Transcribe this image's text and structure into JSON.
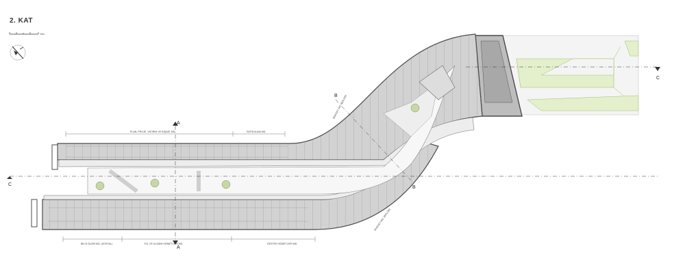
{
  "floor_title": "2. KAT",
  "scale_bar": {
    "label": "10m"
  },
  "section_markers": {
    "a": "A",
    "b": "B",
    "c": "C"
  },
  "department_labels": {
    "top_left": "PLAN, PROJE, YATIRIM VE İNŞAAT MD.",
    "top_mid": "SATIN ALMA MD.",
    "upper_curve": "BUDGET MD. (BÖLÜM)",
    "bottom_left": "BİLGİ İŞLEM MD. (SOSYAL)",
    "bottom_mid": "YOL VE ULAŞIM HİZMETLERİ MD.",
    "bottom_right": "DESTEK HİZMETLERİ MD.",
    "lower_curve": "BUDGET MD. (BÖLÜM)"
  },
  "colors": {
    "wing_fill": "#d2d2d2",
    "corridor_fill": "#ededed",
    "courtyard_fill": "#f7f7f7",
    "wall": "#4a4a4a",
    "landscape": "#e4efcc",
    "landscape_stroke": "#9cbf6c",
    "ramp_fill": "#bdbdbd"
  }
}
